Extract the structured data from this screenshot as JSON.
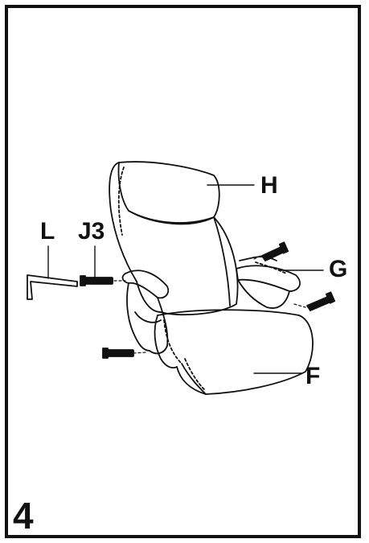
{
  "labels": {
    "backrest": "H",
    "allen_key": "L",
    "bolt": "J3",
    "armrest": "G",
    "seat": "F"
  },
  "step_number": "4",
  "colors": {
    "ink": "#111111",
    "background": "#ffffff"
  }
}
